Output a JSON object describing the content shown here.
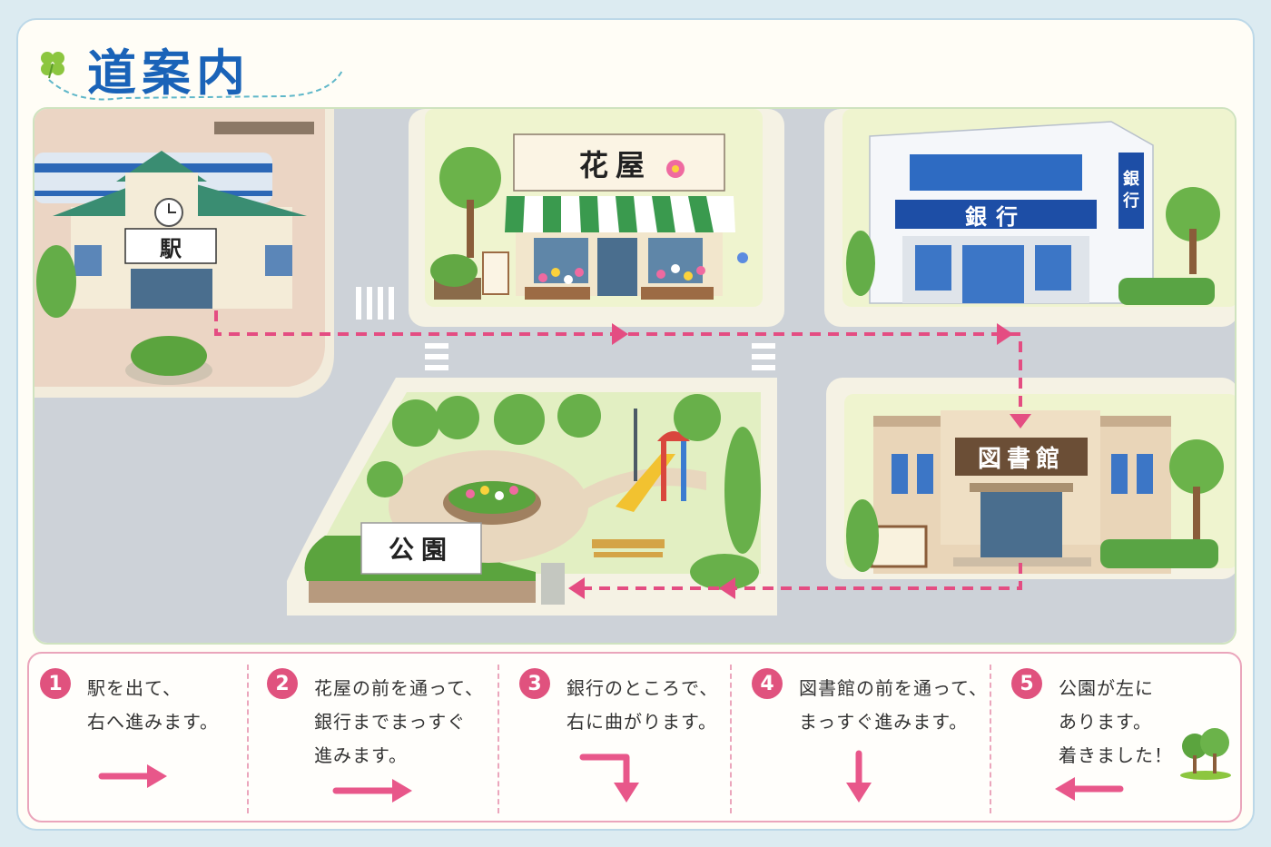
{
  "title": "道案内",
  "map": {
    "station_label": "駅",
    "flower_shop_label": "花屋",
    "bank_sign": "銀行",
    "bank_vertical_sign": "銀\n行",
    "library_label": "図書館",
    "park_label": "公園"
  },
  "steps": [
    {
      "number": "1",
      "text": "駅を出て、\n右へ進みます。",
      "arrow": "right-arrow"
    },
    {
      "number": "2",
      "text": "花屋の前を通って、\n銀行までまっすぐ\n進みます。",
      "arrow": "right-arrow"
    },
    {
      "number": "3",
      "text": "銀行のところで、\n右に曲がります。",
      "arrow": "turn-down-arrow"
    },
    {
      "number": "4",
      "text": "図書館の前を通って、\nまっすぐ進みます。",
      "arrow": "down-arrow"
    },
    {
      "number": "5",
      "text": "公園が左に\nあります。\n着きました！",
      "arrow": "left-arrow"
    }
  ],
  "colors": {
    "accent": "#e0527e",
    "title": "#1a63b8",
    "route": "#e44d82"
  }
}
